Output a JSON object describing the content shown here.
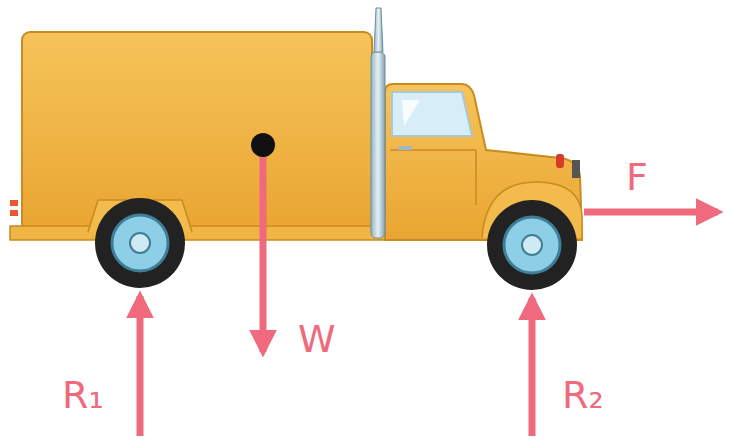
{
  "diagram": {
    "labels": [
      "R₁",
      "W",
      "R₂",
      "F"
    ]
  }
}
